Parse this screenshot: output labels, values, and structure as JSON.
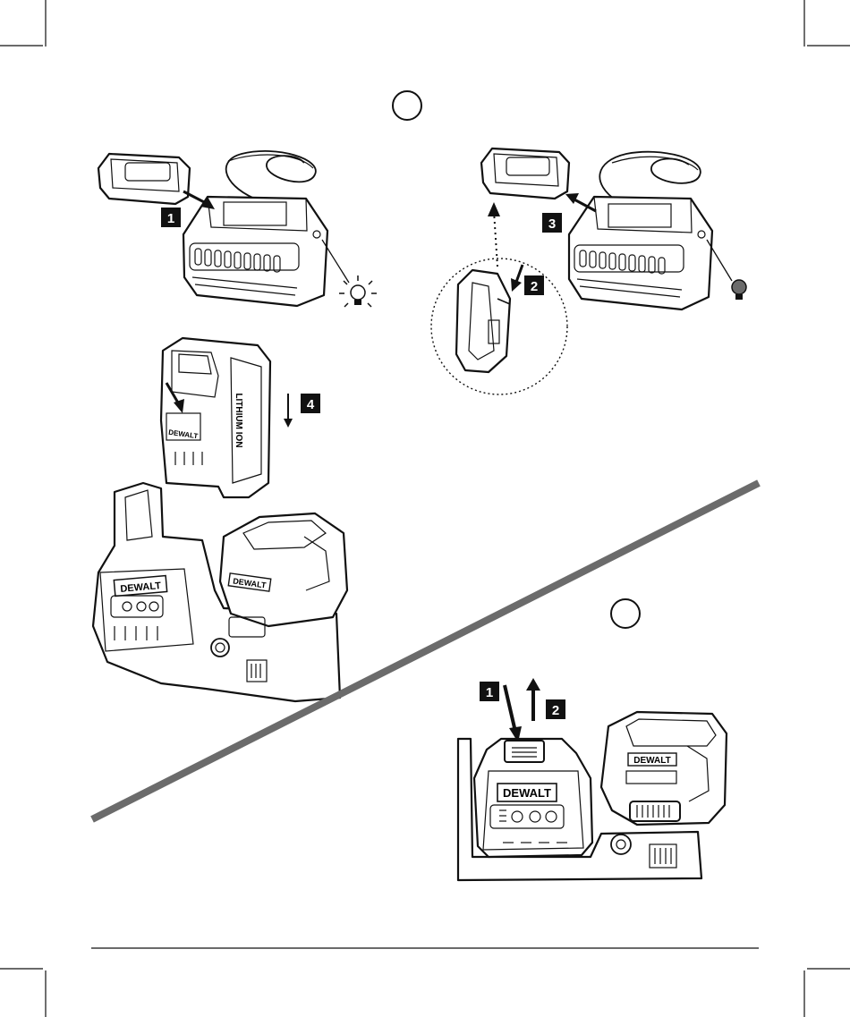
{
  "figures": {
    "figure_a": {
      "label": ""
    },
    "figure_b": {
      "label": ""
    }
  },
  "charger_install_steps": [
    {
      "number": "1"
    },
    {
      "number": "2"
    },
    {
      "number": "3"
    },
    {
      "number": "4"
    }
  ],
  "removal_steps": [
    {
      "number": "1"
    },
    {
      "number": "2"
    }
  ],
  "branding": {
    "brand": "DEWALT",
    "battery_side_text": "LITHIUM ION"
  },
  "colors": {
    "line": "#111111",
    "divider": "#6b6b6b",
    "badge": "#111111"
  },
  "icons": {
    "indicator_on": "lightbulb-on-icon",
    "indicator_off": "lightbulb-off-icon"
  }
}
